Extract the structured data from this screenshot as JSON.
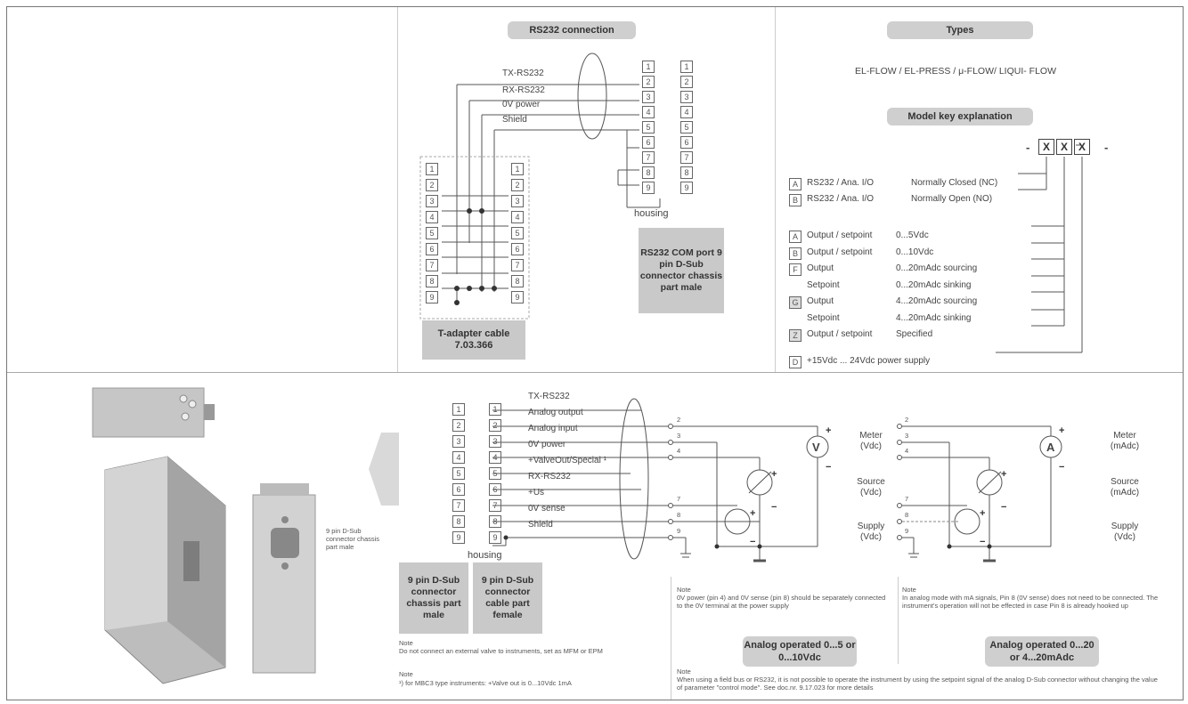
{
  "rs232": {
    "title": "RS232 connection",
    "signals": [
      "TX-RS232",
      "RX-RS232",
      "0V power",
      "Shield"
    ],
    "pins": [
      "1",
      "2",
      "3",
      "4",
      "5",
      "6",
      "7",
      "8",
      "9"
    ],
    "housing": "housing",
    "com_port": "RS232 COM port 9 pin D-Sub connector chassis part male",
    "t_adapter": "T-adapter cable 7.03.366"
  },
  "types": {
    "title": "Types",
    "list": "EL-FLOW / EL-PRESS / μ-FLOW/ LIQUI- FLOW",
    "model_key_title": "Model key explanation",
    "key_letters": [
      "X",
      "X",
      "X"
    ],
    "dash": "-",
    "rows": [
      {
        "code": "A",
        "label": "RS232 / Ana. I/O",
        "value": "Normally Closed (NC)"
      },
      {
        "code": "B",
        "label": "RS232 / Ana. I/O",
        "value": "Normally Open (NO)"
      },
      {
        "code": "A",
        "label": "Output / setpoint",
        "value": "0...5Vdc"
      },
      {
        "code": "B",
        "label": "Output / setpoint",
        "value": "0...10Vdc"
      },
      {
        "code": "F",
        "label": "Output",
        "value": "0...20mAdc sourcing"
      },
      {
        "code": "",
        "label": "Setpoint",
        "value": "0...20mAdc sinking"
      },
      {
        "code": "G",
        "label": "Output",
        "value": "4...20mAdc sourcing"
      },
      {
        "code": "",
        "label": "Setpoint",
        "value": "4...20mAdc sinking"
      },
      {
        "code": "Z",
        "label": "Output / setpoint",
        "value": "Specified"
      },
      {
        "code": "D",
        "label": "+15Vdc ... 24Vdc power supply",
        "value": ""
      }
    ]
  },
  "bottom": {
    "dsub_label": "9 pin D-Sub connector chassis part male",
    "signals": [
      "TX-RS232",
      "Analog output",
      "Analog input",
      "0V power",
      "+ValveOut/Special ¹",
      "RX-RS232",
      "+Us",
      "0V sense",
      "Shield"
    ],
    "pins": [
      "1",
      "2",
      "3",
      "4",
      "5",
      "6",
      "7",
      "8",
      "9"
    ],
    "housing": "housing",
    "box_male": "9 pin D-Sub connector chassis part male",
    "box_female": "9 pin D-Sub connector cable part female",
    "note_head": "Note",
    "note1": "Do not connect an external valve to instruments, set as MFM or EPM",
    "note2_head": "Note",
    "note2": "¹) for MBC3 type instruments: +Valve out is 0...10Vdc 1mA",
    "volt": {
      "pins": [
        "2",
        "3",
        "4",
        "7",
        "8",
        "9"
      ],
      "meter": "Meter (Vdc)",
      "source": "Source (Vdc)",
      "supply": "Supply (Vdc)",
      "symbol": "V",
      "note_head": "Note",
      "note": "0V power (pin 4) and 0V sense (pin 8) should be separately connected to the 0V terminal at the power supply",
      "title": "Analog operated 0...5 or 0...10Vdc"
    },
    "amp": {
      "pins": [
        "2",
        "3",
        "4",
        "7",
        "8",
        "9"
      ],
      "meter": "Meter (mAdc)",
      "source": "Source (mAdc)",
      "supply": "Supply (Vdc)",
      "symbol": "A",
      "note_head": "Note",
      "note": "In analog mode with mA signals, Pin 8 (0V sense) does not need to be connected. The instrument's operation will not be effected in case Pin 8 is already hooked up",
      "title": "Analog operated 0...20 or 4...20mAdc"
    },
    "final_note_head": "Note",
    "final_note": "When using a field bus or RS232, it is not possible to operate the instrument by using the setpoint signal of the analog D-Sub connector without changing the value of parameter \"control mode\". See doc.nr. 9.17.023 for more details"
  }
}
